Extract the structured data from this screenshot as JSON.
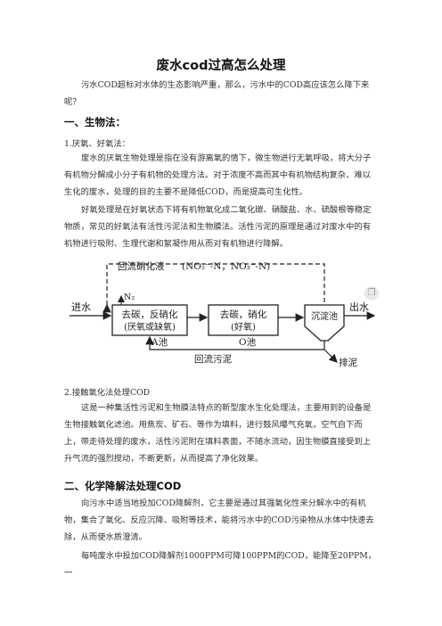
{
  "title": "废水cod过高怎么处理",
  "intro": "污水COD超标对水体的生态影响严重，那么，污水中的COD高应该怎么降下来呢？",
  "section1": {
    "heading": "一、生物法：",
    "sub1": "1.厌氧、好氧法：",
    "p1": "废水的厌氧生物处理是指在没有游离氧的情下，微生物进行无氧呼吸，将大分子有机物分解成小分子有机物的处理方法。对于浓度不高而其中有机物结构复杂、难以生化的废水，处理的目的主要不是降低COD，而是提高可生化性。",
    "p2": "好氧处理是在好氧状态下将有机物氧化成二氧化碳、硝酸盐、水、硫酸根等稳定物质，常见的好氧法有活性污泥法和生物膜法。活性污泥的原理是通过对废水中的有机物进行吸附、生理代谢和絮凝作用从而对有机物进行降解。",
    "sub2": "2.接触氧化法处理COD",
    "p3": "这是一种集活性污泥和生物膜法特点的新型废水生化处理法，主要用到的设备是生物接触氧化滤池。用焦炭、矿石、等作为填料，进行鼓风曝气充氧，空气自下而上，带走待处理的废水，活性污泥附在填料表面，不随水流动，因生物膜直接受到上升气流的强烈搅动，不断更新，从而提高了净化效果。"
  },
  "diagram": {
    "recycle_label": "回流硝化液",
    "formula": "(NO₂⁻-N，NO₃⁻-N)",
    "n2_label": "N₂",
    "inlet_label": "进水",
    "tank_a_line1": "去碳，反硝化",
    "tank_a_line2": "(厌氧或缺氧)",
    "tank_a_name": "A池",
    "tank_o_line1": "去碳，硝化",
    "tank_o_line2": "(好氧)",
    "tank_o_name": "O池",
    "clarifier_label": "沉淀池",
    "outlet_label": "出水",
    "sludge_return_label": "回流污泥",
    "sludge_out_label": "排泥"
  },
  "section2": {
    "heading": "二、化学降解法处理COD",
    "p1": "向污水中适当地投加COD降解剂，它主要是通过其强氧化性来分解水中的有机物，集合了氧化、反应沉降、吸附等技术，能将污水中的COD污染物从水体中快速去除，从而使水质澄清。",
    "p2": "每吨废水中投加COD降解剂1000PPM可降100PPM的COD，能降至20PPM，一"
  },
  "side_icon": "copy-icon"
}
